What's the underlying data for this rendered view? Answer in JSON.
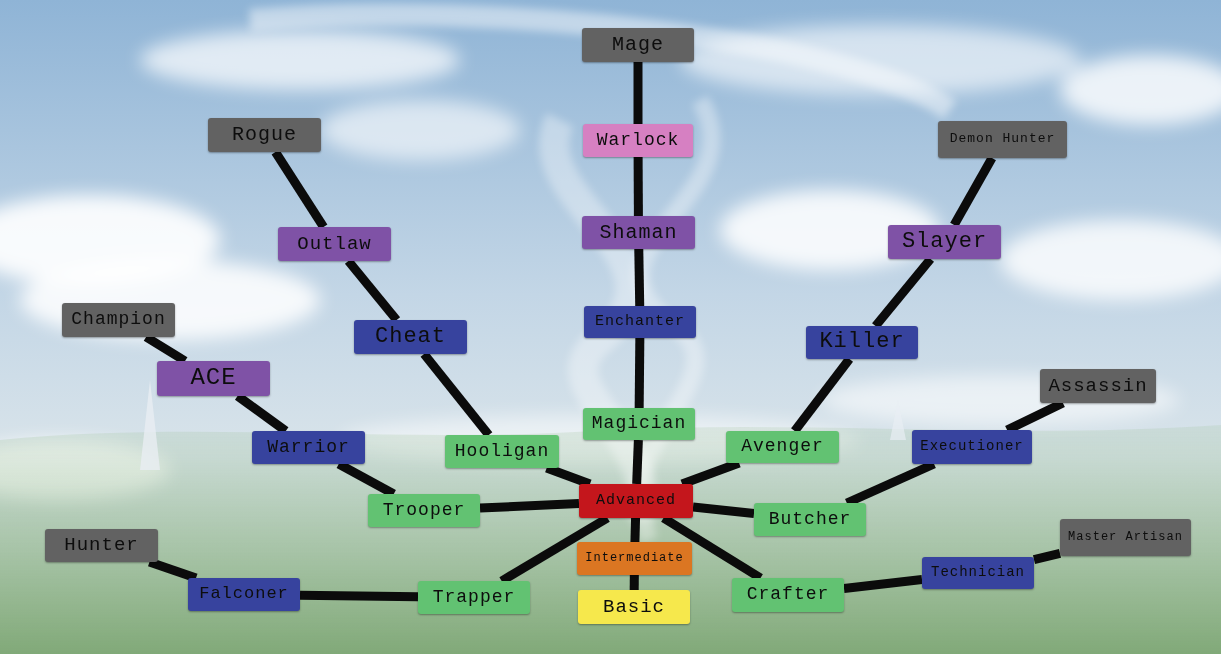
{
  "diagram": {
    "nodes": [
      {
        "text": [
          "Mage"
        ]
      },
      {
        "text": [
          "Rogue"
        ]
      },
      {
        "text": [
          "Demon Hunter"
        ]
      },
      {
        "text": [
          "Warlock"
        ]
      },
      {
        "text": [
          "Shaman"
        ]
      },
      {
        "text": [
          "Slayer"
        ]
      },
      {
        "text": [
          "Outlaw"
        ]
      },
      {
        "text": [
          "Champion"
        ]
      },
      {
        "text": [
          "Enchanter"
        ]
      },
      {
        "text": [
          "Cheat"
        ]
      },
      {
        "text": [
          "Killer"
        ]
      },
      {
        "text": [
          "ACE"
        ]
      },
      {
        "text": [
          "Assassin"
        ]
      },
      {
        "text": [
          "Magician"
        ]
      },
      {
        "text": [
          "Warrior"
        ]
      },
      {
        "text": [
          "Avenger"
        ]
      },
      {
        "text": [
          "Executioner"
        ]
      },
      {
        "text": [
          "Hooligan"
        ]
      },
      {
        "text": [
          "Advanced"
        ]
      },
      {
        "text": [
          "Trooper"
        ]
      },
      {
        "text": [
          "Butcher"
        ]
      },
      {
        "text": [
          "Master Artisan"
        ]
      },
      {
        "text": [
          "Hunter"
        ]
      },
      {
        "text": [
          "Intermediate"
        ]
      },
      {
        "text": [
          "Technician"
        ]
      },
      {
        "text": [
          "Falconer"
        ]
      },
      {
        "text": [
          "Crafter"
        ]
      },
      {
        "text": [
          "Trapper"
        ]
      },
      {
        "text": [
          "Basic"
        ]
      }
    ],
    "edges": [
      {
        "from": 28,
        "to": 23,
        "arrow": "none"
      },
      {
        "from": 23,
        "to": 18,
        "arrow": "none"
      },
      {
        "from": 18,
        "to": 13,
        "arrow": "none"
      },
      {
        "from": 13,
        "to": 8,
        "arrow": "none"
      },
      {
        "from": 8,
        "to": 4,
        "arrow": "none"
      },
      {
        "from": 4,
        "to": 3,
        "arrow": "none"
      },
      {
        "from": 3,
        "to": 0,
        "arrow": "none"
      },
      {
        "from": 18,
        "to": 17,
        "arrow": "none"
      },
      {
        "from": 17,
        "to": 9,
        "arrow": "none"
      },
      {
        "from": 9,
        "to": 6,
        "arrow": "none"
      },
      {
        "from": 6,
        "to": 1,
        "arrow": "none"
      },
      {
        "from": 18,
        "to": 19,
        "arrow": "none"
      },
      {
        "from": 19,
        "to": 14,
        "arrow": "none"
      },
      {
        "from": 14,
        "to": 11,
        "arrow": "none"
      },
      {
        "from": 11,
        "to": 7,
        "arrow": "none"
      },
      {
        "from": 18,
        "to": 27,
        "arrow": "none"
      },
      {
        "from": 27,
        "to": 25,
        "arrow": "none"
      },
      {
        "from": 25,
        "to": 22,
        "arrow": "none"
      },
      {
        "from": 18,
        "to": 15,
        "arrow": "none"
      },
      {
        "from": 15,
        "to": 10,
        "arrow": "none"
      },
      {
        "from": 10,
        "to": 5,
        "arrow": "none"
      },
      {
        "from": 5,
        "to": 2,
        "arrow": "none"
      },
      {
        "from": 18,
        "to": 20,
        "arrow": "none"
      },
      {
        "from": 20,
        "to": 16,
        "arrow": "none"
      },
      {
        "from": 16,
        "to": 12,
        "arrow": "none"
      },
      {
        "from": 18,
        "to": 26,
        "arrow": "none"
      },
      {
        "from": 26,
        "to": 24,
        "arrow": "none"
      },
      {
        "from": 24,
        "to": 21,
        "arrow": "none"
      }
    ]
  }
}
